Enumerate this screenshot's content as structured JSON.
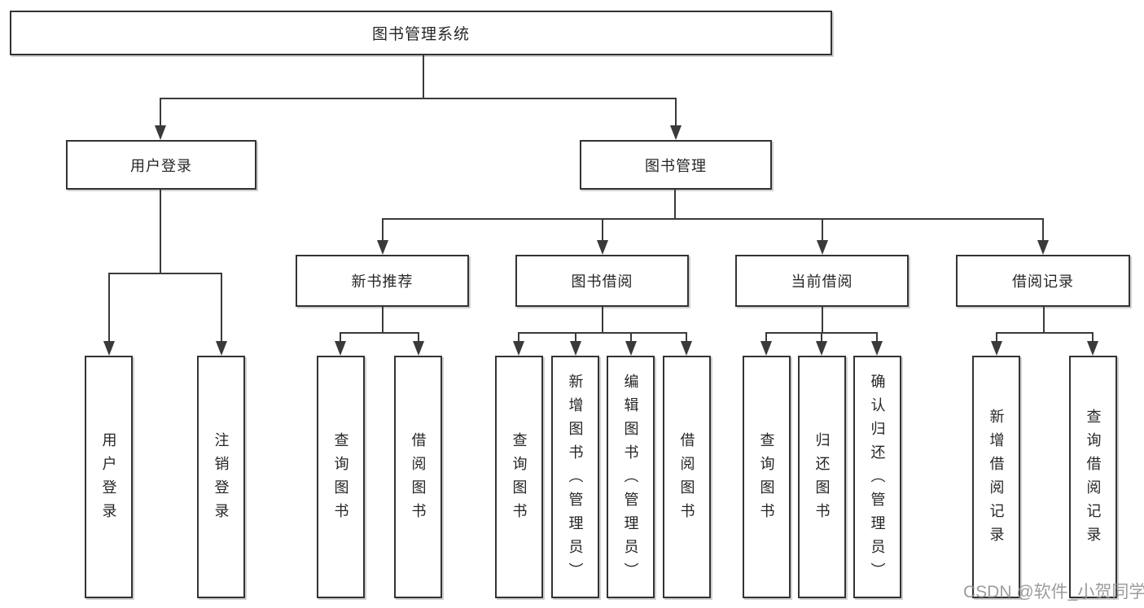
{
  "colors": {
    "background": "#FFFFFF",
    "box_border": "#333333",
    "connector_line": "#3A3A3A",
    "text": "#262626",
    "watermark": "#919191"
  },
  "tree": {
    "root": {
      "label": "图书管理系统"
    },
    "branches": [
      {
        "label": "用户登录",
        "children": [
          {
            "label": "用户登录"
          },
          {
            "label": "注销登录"
          }
        ]
      },
      {
        "label": "图书管理",
        "children": [
          {
            "label": "新书推荐",
            "children": [
              {
                "label": "查询图书"
              },
              {
                "label": "借阅图书"
              }
            ]
          },
          {
            "label": "图书借阅",
            "children": [
              {
                "label": "查询图书"
              },
              {
                "label": "新增图书（管理员）"
              },
              {
                "label": "编辑图书（管理员）"
              },
              {
                "label": "借阅图书"
              }
            ]
          },
          {
            "label": "当前借阅",
            "children": [
              {
                "label": "查询图书"
              },
              {
                "label": "归还图书"
              },
              {
                "label": "确认归还（管理员）"
              }
            ]
          },
          {
            "label": "借阅记录",
            "children": [
              {
                "label": "新增借阅记录"
              },
              {
                "label": "查询借阅记录"
              }
            ]
          }
        ]
      }
    ]
  },
  "watermark": {
    "text": "CSDN @软件_小贺同学"
  }
}
